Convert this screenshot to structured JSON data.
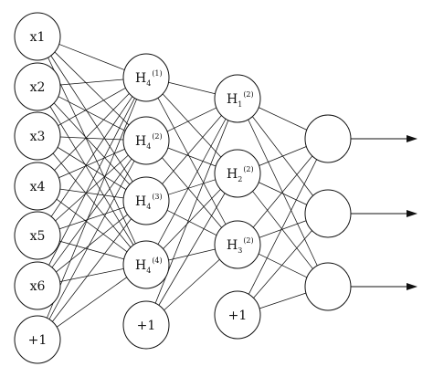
{
  "diagram": {
    "type": "neural-network",
    "layers": [
      {
        "name": "input",
        "nodes": [
          {
            "label": "x1"
          },
          {
            "label": "x2"
          },
          {
            "label": "x3"
          },
          {
            "label": "x4"
          },
          {
            "label": "x5"
          },
          {
            "label": "x6"
          },
          {
            "label": "+1",
            "bias": true
          }
        ]
      },
      {
        "name": "hidden-1",
        "nodes": [
          {
            "base": "H",
            "sub": "4",
            "sup": "(1)"
          },
          {
            "base": "H",
            "sub": "4",
            "sup": "(2)"
          },
          {
            "base": "H",
            "sub": "4",
            "sup": "(3)"
          },
          {
            "base": "H",
            "sub": "4",
            "sup": "(4)"
          },
          {
            "label": "+1",
            "bias": true
          }
        ]
      },
      {
        "name": "hidden-2",
        "nodes": [
          {
            "base": "H",
            "sub": "1",
            "sup": "(2)"
          },
          {
            "base": "H",
            "sub": "2",
            "sup": "(2)"
          },
          {
            "base": "H",
            "sub": "3",
            "sup": "(2)"
          },
          {
            "label": "+1",
            "bias": true
          }
        ]
      },
      {
        "name": "output",
        "nodes": [
          {
            "label": ""
          },
          {
            "label": ""
          },
          {
            "label": ""
          }
        ]
      }
    ],
    "connections": "fully-connected-to-non-bias-nodes-of-next-layer",
    "output_arrows": true,
    "stroke_color": "#111111"
  }
}
